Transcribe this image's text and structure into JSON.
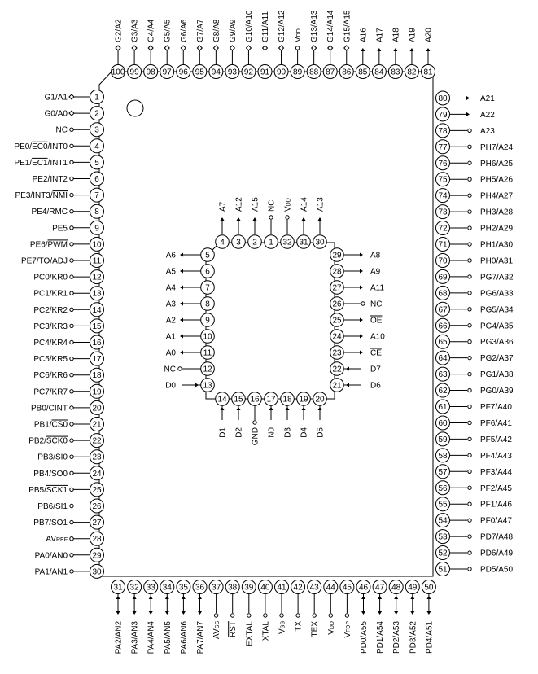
{
  "main_chip": {
    "left": [
      {
        "num": 1,
        "label": "G1/A1",
        "conn": "diamond"
      },
      {
        "num": 2,
        "label": "G0/A0",
        "conn": "diamond"
      },
      {
        "num": 3,
        "label": "NC",
        "conn": "open"
      },
      {
        "num": 4,
        "label": "PE0/EC0/INT0",
        "conn": "open",
        "over": "EC0"
      },
      {
        "num": 5,
        "label": "PE1/EC1/INT1",
        "conn": "open",
        "over": "EC1"
      },
      {
        "num": 6,
        "label": "PE2/INT2",
        "conn": "open"
      },
      {
        "num": 7,
        "label": "PE3/INT3/NMI",
        "conn": "open",
        "over": "NMI"
      },
      {
        "num": 8,
        "label": "PE4/RMC",
        "conn": "open"
      },
      {
        "num": 9,
        "label": "PE5",
        "conn": "open"
      },
      {
        "num": 10,
        "label": "PE6/PWM",
        "conn": "open",
        "over": "PWM"
      },
      {
        "num": 11,
        "label": "PE7/TO/ADJ",
        "conn": "open"
      },
      {
        "num": 12,
        "label": "PC0/KR0",
        "conn": "open"
      },
      {
        "num": 13,
        "label": "PC1/KR1",
        "conn": "open"
      },
      {
        "num": 14,
        "label": "PC2/KR2",
        "conn": "open"
      },
      {
        "num": 15,
        "label": "PC3/KR3",
        "conn": "open"
      },
      {
        "num": 16,
        "label": "PC4/KR4",
        "conn": "open"
      },
      {
        "num": 17,
        "label": "PC5/KR5",
        "conn": "open"
      },
      {
        "num": 18,
        "label": "PC6/KR6",
        "conn": "open"
      },
      {
        "num": 19,
        "label": "PC7/KR7",
        "conn": "open"
      },
      {
        "num": 20,
        "label": "PB0/CINT",
        "conn": "open"
      },
      {
        "num": 21,
        "label": "PB1/CS0",
        "conn": "open",
        "over": "CS0"
      },
      {
        "num": 22,
        "label": "PB2/SCK0",
        "conn": "open",
        "over": "SCK0"
      },
      {
        "num": 23,
        "label": "PB3/SI0",
        "conn": "open"
      },
      {
        "num": 24,
        "label": "PB4/SO0",
        "conn": "open"
      },
      {
        "num": 25,
        "label": "PB5/SCK1",
        "conn": "open",
        "over": "SCK1"
      },
      {
        "num": 26,
        "label": "PB6/SI1",
        "conn": "open"
      },
      {
        "num": 27,
        "label": "PB7/SO1",
        "conn": "open"
      },
      {
        "num": 28,
        "label": "AV",
        "sub": "REF",
        "conn": "open"
      },
      {
        "num": 29,
        "label": "PA0/AN0",
        "conn": "open"
      },
      {
        "num": 30,
        "label": "PA1/AN1",
        "conn": "open"
      }
    ],
    "bottom": [
      {
        "num": 31,
        "label": "PA2/AN2",
        "conn": "arrow2"
      },
      {
        "num": 32,
        "label": "PA3/AN3",
        "conn": "arrow2"
      },
      {
        "num": 33,
        "label": "PA4/AN4",
        "conn": "arrow2"
      },
      {
        "num": 34,
        "label": "PA5/AN5",
        "conn": "arrow2"
      },
      {
        "num": 35,
        "label": "PA6/AN6",
        "conn": "arrow2"
      },
      {
        "num": 36,
        "label": "PA7/AN7",
        "conn": "arrow2"
      },
      {
        "num": 37,
        "label": "AV",
        "sub": "SS",
        "conn": "open"
      },
      {
        "num": 38,
        "label": "RST",
        "conn": "open",
        "over": "RST"
      },
      {
        "num": 39,
        "label": "EXTAL",
        "conn": "open"
      },
      {
        "num": 40,
        "label": "XTAL",
        "conn": "open"
      },
      {
        "num": 41,
        "label": "V",
        "sub": "SS",
        "conn": "open"
      },
      {
        "num": 42,
        "label": "TX",
        "conn": "open"
      },
      {
        "num": 43,
        "label": "TEX",
        "conn": "open"
      },
      {
        "num": 44,
        "label": "V",
        "sub": "DD",
        "conn": "open"
      },
      {
        "num": 45,
        "label": "V",
        "sub": "FDP",
        "conn": "open"
      },
      {
        "num": 46,
        "label": "PD0/A55",
        "conn": "arrow2"
      },
      {
        "num": 47,
        "label": "PD1/A54",
        "conn": "arrow2"
      },
      {
        "num": 48,
        "label": "PD2/A53",
        "conn": "arrow2"
      },
      {
        "num": 49,
        "label": "PD3/A52",
        "conn": "arrow2"
      },
      {
        "num": 50,
        "label": "PD4/A51",
        "conn": "arrow2"
      }
    ],
    "right": [
      {
        "num": 51,
        "label": "PD5/A50",
        "conn": "open"
      },
      {
        "num": 52,
        "label": "PD6/A49",
        "conn": "open"
      },
      {
        "num": 53,
        "label": "PD7/A48",
        "conn": "open"
      },
      {
        "num": 54,
        "label": "PF0/A47",
        "conn": "open"
      },
      {
        "num": 55,
        "label": "PF1/A46",
        "conn": "open"
      },
      {
        "num": 56,
        "label": "PF2/A45",
        "conn": "open"
      },
      {
        "num": 57,
        "label": "PF3/A44",
        "conn": "open"
      },
      {
        "num": 58,
        "label": "PF4/A43",
        "conn": "open"
      },
      {
        "num": 59,
        "label": "PF5/A42",
        "conn": "open"
      },
      {
        "num": 60,
        "label": "PF6/A41",
        "conn": "open"
      },
      {
        "num": 61,
        "label": "PF7/A40",
        "conn": "open"
      },
      {
        "num": 62,
        "label": "PG0/A39",
        "conn": "open"
      },
      {
        "num": 63,
        "label": "PG1/A38",
        "conn": "open"
      },
      {
        "num": 64,
        "label": "PG2/A37",
        "conn": "open"
      },
      {
        "num": 65,
        "label": "PG3/A36",
        "conn": "open"
      },
      {
        "num": 66,
        "label": "PG4/A35",
        "conn": "open"
      },
      {
        "num": 67,
        "label": "PG5/A34",
        "conn": "open"
      },
      {
        "num": 68,
        "label": "PG6/A33",
        "conn": "open"
      },
      {
        "num": 69,
        "label": "PG7/A32",
        "conn": "open"
      },
      {
        "num": 70,
        "label": "PH0/A31",
        "conn": "open"
      },
      {
        "num": 71,
        "label": "PH1/A30",
        "conn": "open"
      },
      {
        "num": 72,
        "label": "PH2/A29",
        "conn": "open"
      },
      {
        "num": 73,
        "label": "PH3/A28",
        "conn": "open"
      },
      {
        "num": 74,
        "label": "PH4/A27",
        "conn": "open"
      },
      {
        "num": 75,
        "label": "PH5/A26",
        "conn": "open"
      },
      {
        "num": 76,
        "label": "PH6/A25",
        "conn": "open"
      },
      {
        "num": 77,
        "label": "PH7/A24",
        "conn": "open"
      },
      {
        "num": 78,
        "label": "A23",
        "conn": "open"
      },
      {
        "num": 79,
        "label": "A22",
        "conn": "arrow"
      },
      {
        "num": 80,
        "label": "A21",
        "conn": "arrow"
      }
    ],
    "top": [
      {
        "num": 81,
        "label": "A20",
        "conn": "arrow"
      },
      {
        "num": 82,
        "label": "A19",
        "conn": "arrow"
      },
      {
        "num": 83,
        "label": "A18",
        "conn": "arrow"
      },
      {
        "num": 84,
        "label": "A17",
        "conn": "arrow"
      },
      {
        "num": 85,
        "label": "A16",
        "conn": "arrow"
      },
      {
        "num": 86,
        "label": "G15/A15",
        "conn": "diamond"
      },
      {
        "num": 87,
        "label": "G14/A14",
        "conn": "diamond"
      },
      {
        "num": 88,
        "label": "G13/A13",
        "conn": "diamond"
      },
      {
        "num": 89,
        "label": "V",
        "sub": "DD",
        "conn": "open"
      },
      {
        "num": 90,
        "label": "G12/A12",
        "conn": "diamond"
      },
      {
        "num": 91,
        "label": "G11/A11",
        "conn": "diamond"
      },
      {
        "num": 92,
        "label": "G10/A10",
        "conn": "diamond"
      },
      {
        "num": 93,
        "label": "G9/A9",
        "conn": "diamond"
      },
      {
        "num": 94,
        "label": "G8/A8",
        "conn": "diamond"
      },
      {
        "num": 95,
        "label": "G7/A7",
        "conn": "diamond"
      },
      {
        "num": 96,
        "label": "G6/A6",
        "conn": "diamond"
      },
      {
        "num": 97,
        "label": "G5/A5",
        "conn": "diamond"
      },
      {
        "num": 98,
        "label": "G4/A4",
        "conn": "diamond"
      },
      {
        "num": 99,
        "label": "G3/A3",
        "conn": "diamond"
      },
      {
        "num": 100,
        "label": "G2/A2",
        "conn": "diamond"
      }
    ]
  },
  "inner_chip": {
    "top": [
      {
        "num": 4,
        "label": "A7",
        "conn": "arrow"
      },
      {
        "num": 3,
        "label": "A12",
        "conn": "arrow"
      },
      {
        "num": 2,
        "label": "A15",
        "conn": "arrow"
      },
      {
        "num": 1,
        "label": "NC",
        "conn": "open"
      },
      {
        "num": 32,
        "label": "V",
        "sub": "DD",
        "conn": "open"
      },
      {
        "num": 31,
        "label": "A14",
        "conn": "arrow"
      },
      {
        "num": 30,
        "label": "A13",
        "conn": "arrow"
      }
    ],
    "left": [
      {
        "num": 5,
        "label": "A6",
        "conn": "arrowL"
      },
      {
        "num": 6,
        "label": "A5",
        "conn": "arrowL"
      },
      {
        "num": 7,
        "label": "A4",
        "conn": "arrowL"
      },
      {
        "num": 8,
        "label": "A3",
        "conn": "arrowL"
      },
      {
        "num": 9,
        "label": "A2",
        "conn": "arrowL"
      },
      {
        "num": 10,
        "label": "A1",
        "conn": "arrowL"
      },
      {
        "num": 11,
        "label": "A0",
        "conn": "arrowL"
      },
      {
        "num": 12,
        "label": "NC",
        "conn": "open"
      },
      {
        "num": 13,
        "label": "D0",
        "conn": "arrow2"
      }
    ],
    "right": [
      {
        "num": 29,
        "label": "A8",
        "conn": "arrowR"
      },
      {
        "num": 28,
        "label": "A9",
        "conn": "arrowR"
      },
      {
        "num": 27,
        "label": "A11",
        "conn": "arrowR"
      },
      {
        "num": 26,
        "label": "NC",
        "conn": "open"
      },
      {
        "num": 25,
        "label": "OE",
        "conn": "arrowR",
        "over": "OE"
      },
      {
        "num": 24,
        "label": "A10",
        "conn": "arrowR"
      },
      {
        "num": 23,
        "label": "CE",
        "conn": "arrowR",
        "over": "CE"
      },
      {
        "num": 22,
        "label": "D7",
        "conn": "arrow2"
      },
      {
        "num": 21,
        "label": "D6",
        "conn": "arrow2"
      }
    ],
    "bottom": [
      {
        "num": 14,
        "label": "D1",
        "conn": "arrow2"
      },
      {
        "num": 15,
        "label": "D2",
        "conn": "arrow2"
      },
      {
        "num": 16,
        "label": "GND",
        "conn": "open"
      },
      {
        "num": 17,
        "label": "D3",
        "conn": "arrow2",
        "rot": "N0"
      },
      {
        "num": 18,
        "label": "D3",
        "conn": "arrow2"
      },
      {
        "num": 19,
        "label": "D4",
        "conn": "arrow2"
      },
      {
        "num": 20,
        "label": "D5",
        "conn": "arrow2"
      }
    ]
  }
}
